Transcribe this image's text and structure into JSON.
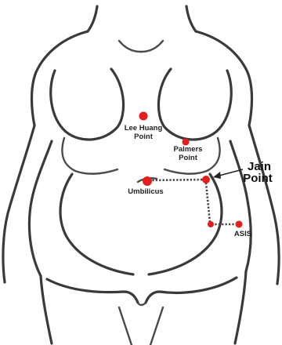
{
  "colors": {
    "point": "#e41e1e",
    "outline": "#3a3a3a",
    "background": "#ffffff"
  },
  "labels": {
    "lee_huang_line1": "Lee Huang",
    "lee_huang_line2": "Point",
    "palmers_line1": "Palmers",
    "palmers_line2": "Point",
    "jain_line1": "Jain",
    "jain_line2": "Point",
    "umbilicus": "Umbilicus",
    "asis": "ASIS"
  }
}
